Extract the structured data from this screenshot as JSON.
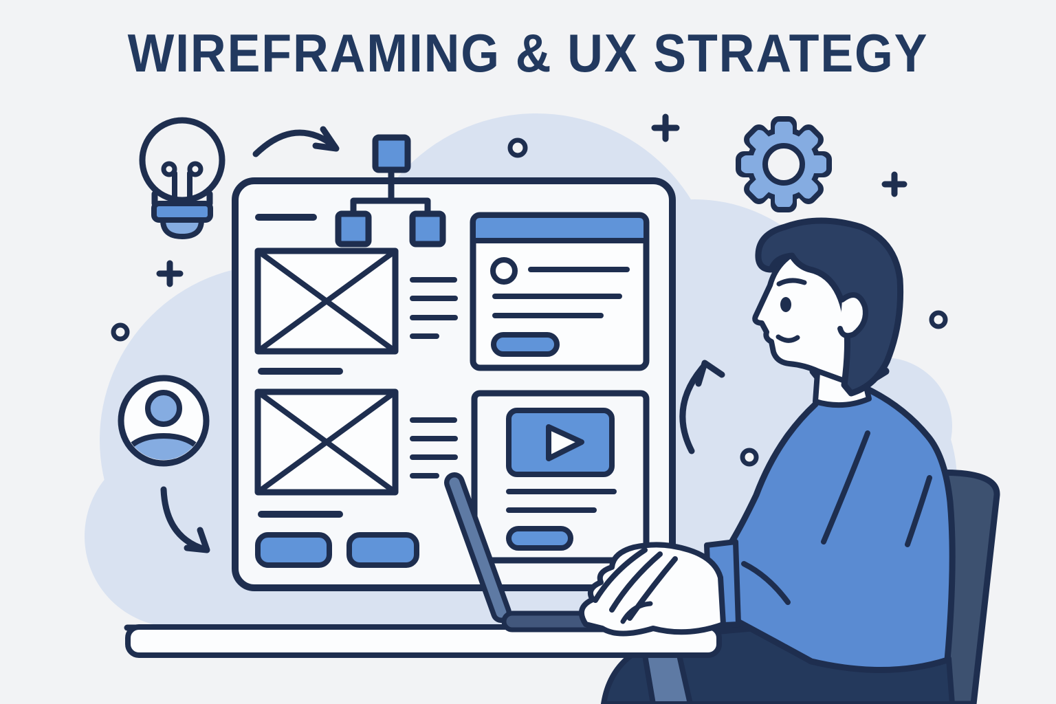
{
  "title": "WIREFRAMING & UX STRATEGY",
  "palette": {
    "bg": "#f2f3f5",
    "cloud": "#d9e2f1",
    "ink": "#1e2e4f",
    "title": "#22395f",
    "blue": "#6094d9",
    "blue_light": "#85ace1",
    "sweater": "#5a8bd2",
    "hair": "#2b3f63",
    "navy": "#24395c",
    "chair": "#3d5170",
    "slate": "#5e7aa4",
    "slate_dark": "#42577c",
    "paper": "#fcfdfe",
    "panel": "#f7f9fb"
  },
  "icons": [
    "lightbulb-icon",
    "gear-icon",
    "user-avatar-icon",
    "sitemap-flowchart",
    "plus-mark",
    "dot-mark",
    "curved-arrow",
    "play-icon"
  ],
  "scene": {
    "panel": "wireframe-panel",
    "cards": [
      "browser-card",
      "video-card"
    ],
    "person": "designer-at-laptop",
    "furniture": [
      "desk",
      "chair",
      "laptop"
    ]
  }
}
